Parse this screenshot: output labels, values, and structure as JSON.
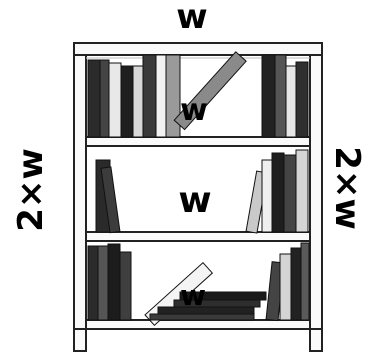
{
  "labels": {
    "top_width": "w",
    "shelf_top": "w",
    "shelf_middle": "w",
    "shelf_bottom": "w",
    "left_height": "2×w",
    "right_height": "2×w"
  }
}
